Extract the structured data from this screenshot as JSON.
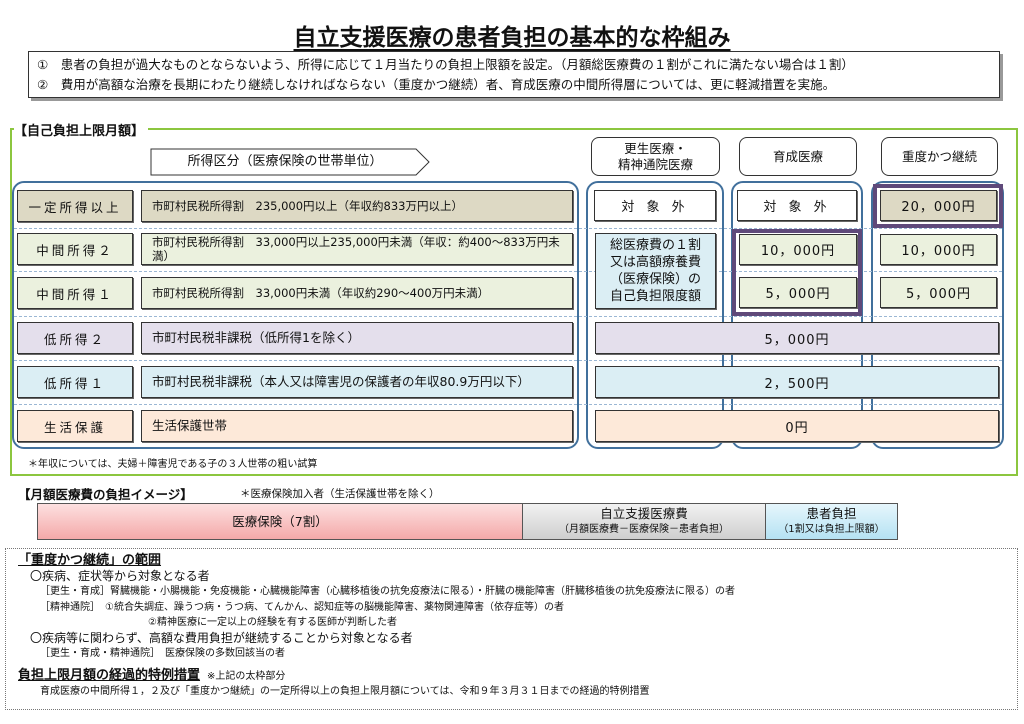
{
  "title": "自立支援医療の患者負担の基本的な枠組み",
  "notes": [
    "①　患者の負担が過大なものとならないよう、所得に応じて１月当たりの負担上限額を設定。（月額総医療費の１割がこれに満たない場合は１割）",
    "②　費用が高額な治療を長期にわたり継続しなければならない（重度かつ継続）者、育成医療の中間所得層については、更に軽減措置を実施。"
  ],
  "section_label": "【自己負担上限月額】",
  "income_header": "所得区分（医療保険の世帯単位）",
  "columns": [
    "更生医療・\n精神通院医療",
    "育成医療",
    "重度かつ継続"
  ],
  "rows": [
    {
      "label": "一定所得以上",
      "desc": "市町村民税所得割　235,000円以上（年収約833万円以上）"
    },
    {
      "label": "中間所得２",
      "desc": "市町村民税所得割　33,000円以上235,000円未満（年収：約400～833万円未満）"
    },
    {
      "label": "中間所得１",
      "desc": "市町村民税所得割　33,000円未満（年収約290～400万円未満）"
    },
    {
      "label": "低所得２",
      "desc": "市町村民税非課税（低所得1を除く）"
    },
    {
      "label": "低所得１",
      "desc": "市町村民税非課税（本人又は障害児の保護者の年収80.9万円以下）"
    },
    {
      "label": "生活保護",
      "desc": "生活保護世帯"
    }
  ],
  "values": {
    "kosei_r1": "対 象 外",
    "kosei_r23": "総医療費の１割\n又は高額療養費\n（医療保険）の\n自己負担限度額",
    "ikusei_r1": "対 象 外",
    "ikusei_r2": "10，000円",
    "ikusei_r3": "5，000円",
    "juudo_r1": "20，000円",
    "juudo_r2": "10，000円",
    "juudo_r3": "5，000円",
    "r4": "5，000円",
    "r5": "2，500円",
    "r6": "0円"
  },
  "footnote": "＊年収については、夫婦＋障害児である子の３人世帯の粗い試算",
  "burden_image": {
    "label": "【月額医療費の負担イメージ】",
    "note": "＊医療保険加入者（生活保護世帯を除く）",
    "segments": [
      {
        "title": "医療保険（7割）",
        "sub": ""
      },
      {
        "title": "自立支援医療費",
        "sub": "（月額医療費－医療保険－患者負担）"
      },
      {
        "title": "患者負担",
        "sub": "（1割又は負担上限額）"
      }
    ]
  },
  "scope": {
    "heading": "「重度かつ継続」の範囲",
    "lines": [
      "〇疾病、症状等から対象となる者",
      "［更生・育成］腎臓機能・小腸機能・免疫機能・心臓機能障害（心臓移植後の抗免疫療法に限る）・肝臓の機能障害（肝臓移植後の抗免疫療法に限る）の者",
      "［精神通院］　①統合失調症、躁うつ病・うつ病、てんかん、認知症等の脳機能障害、薬物関連障害（依存症等）の者",
      "②精神医療に一定以上の経験を有する医師が判断した者",
      "〇疾病等に関わらず、高額な費用負担が継続することから対象となる者",
      "［更生・育成・精神通院］　医療保険の多数回該当の者"
    ],
    "special_heading": "負担上限月額の経過的特例措置",
    "special_note": "※上記の太枠部分",
    "special_text": "育成医療の中間所得１，２及び「重度かつ継続」の一定所得以上の負担上限月額については、令和９年３月３１日までの経過的特例措置"
  },
  "colors": {
    "frame": "#8cc63f",
    "group": "#41709c",
    "highlight": "#5f497a",
    "insurance": "#f4b6b6",
    "support": "#d9d9d9",
    "patient": "#c5e8f5"
  }
}
